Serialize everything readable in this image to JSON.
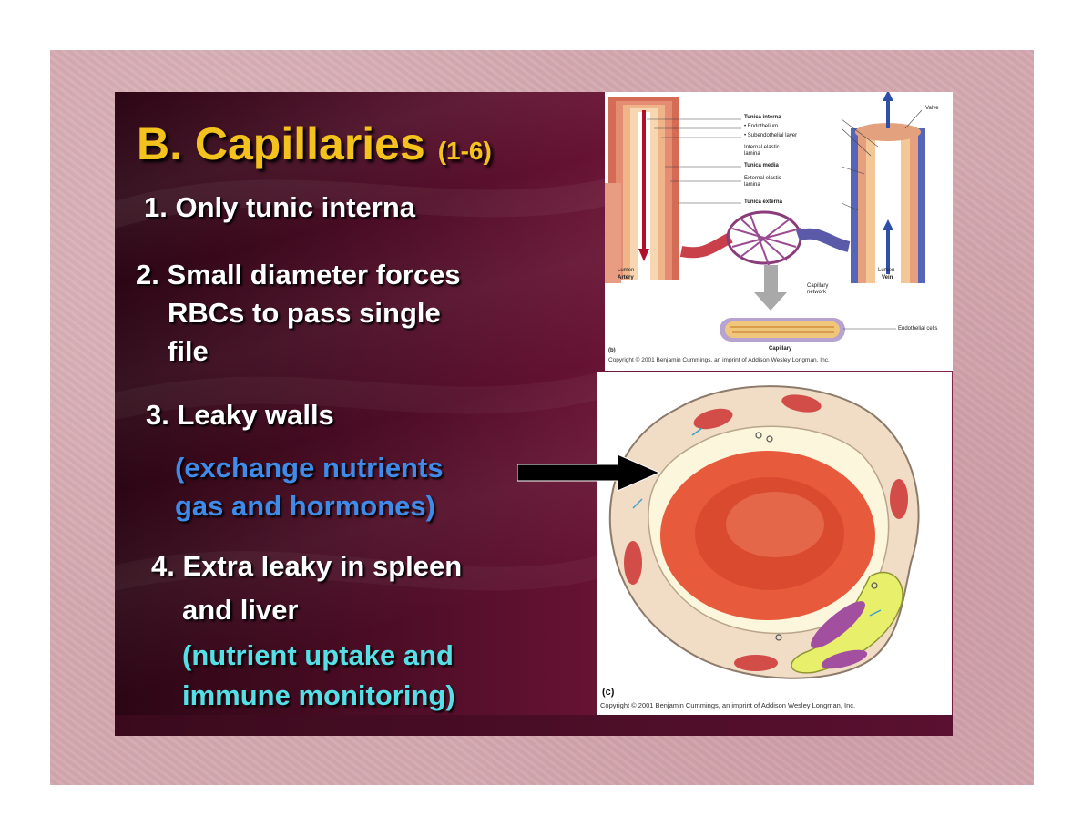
{
  "slide": {
    "title": "B. Capillaries",
    "title_suffix": "(1-6)",
    "bullets": {
      "b1": "1. Only tunic interna",
      "b2_l1": "2. Small diameter forces",
      "b2_l2": "RBCs to pass single",
      "b2_l3": "file",
      "b3_l1": "3. Leaky walls",
      "b3_l2": "(exchange nutrients",
      "b3_l3": "gas and hormones)",
      "b4_l1": "4. Extra leaky in spleen",
      "b4_l2": "and liver",
      "b4_l3": "(nutrient uptake and",
      "b4_l4": "immune monitoring)"
    }
  },
  "figure_b": {
    "labels": {
      "tunica_interna": "Tunica interna",
      "endothelium": "• Endothelium",
      "subendothelial": "• Subendothelial layer",
      "internal_elastic_1": "Internal elastic",
      "internal_elastic_2": "lamina",
      "tunica_media": "Tunica media",
      "external_elastic_1": "External elastic",
      "external_elastic_2": "lamina",
      "tunica_externa": "Tunica externa",
      "valve": "Valve",
      "lumen_left": "Lumen",
      "artery": "Artery",
      "lumen_right": "Lumen",
      "vein": "Vein",
      "capillary_network_1": "Capillary",
      "capillary_network_2": "network",
      "endothelial_cells": "Endothelial cells",
      "capillary": "Capillary",
      "letter": "(b)"
    },
    "copyright": "Copyright © 2001 Benjamin Cummings, an imprint of Addison Wesley Longman, Inc."
  },
  "figure_c": {
    "letter": "(c)",
    "copyright": "Copyright © 2001 Benjamin Cummings, an imprint of Addison Wesley Longman, Inc."
  },
  "colors": {
    "title": "#f4c21c",
    "blue_text": "#3f8bea",
    "cyan_text": "#54e0e6"
  }
}
